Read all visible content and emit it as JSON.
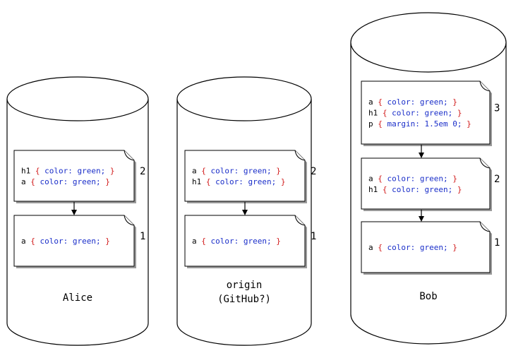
{
  "repositories": [
    {
      "id": "alice",
      "label_lines": [
        "Alice"
      ],
      "commits": [
        {
          "number": "2",
          "lines": [
            {
              "selector": "h1",
              "declaration": "color: green;"
            },
            {
              "selector": "a",
              "declaration": "color: green;"
            }
          ]
        },
        {
          "number": "1",
          "lines": [
            {
              "selector": "a",
              "declaration": "color: green;"
            }
          ]
        }
      ]
    },
    {
      "id": "origin",
      "label_lines": [
        "origin",
        "(GitHub?)"
      ],
      "commits": [
        {
          "number": "2",
          "lines": [
            {
              "selector": "a",
              "declaration": "color: green;"
            },
            {
              "selector": "h1",
              "declaration": "color: green;"
            }
          ]
        },
        {
          "number": "1",
          "lines": [
            {
              "selector": "a",
              "declaration": "color: green;"
            }
          ]
        }
      ]
    },
    {
      "id": "bob",
      "label_lines": [
        "Bob"
      ],
      "commits": [
        {
          "number": "3",
          "lines": [
            {
              "selector": "a",
              "declaration": "color: green;"
            },
            {
              "selector": "h1",
              "declaration": "color: green;"
            },
            {
              "selector": "p",
              "declaration": "margin: 1.5em 0;"
            }
          ]
        },
        {
          "number": "2",
          "lines": [
            {
              "selector": "a",
              "declaration": "color: green;"
            },
            {
              "selector": "h1",
              "declaration": "color: green;"
            }
          ]
        },
        {
          "number": "1",
          "lines": [
            {
              "selector": "a",
              "declaration": "color: green;"
            }
          ]
        }
      ]
    }
  ],
  "colors": {
    "brace": "#d11a1a",
    "declaration": "#1a2ec9",
    "selector": "#000000"
  }
}
